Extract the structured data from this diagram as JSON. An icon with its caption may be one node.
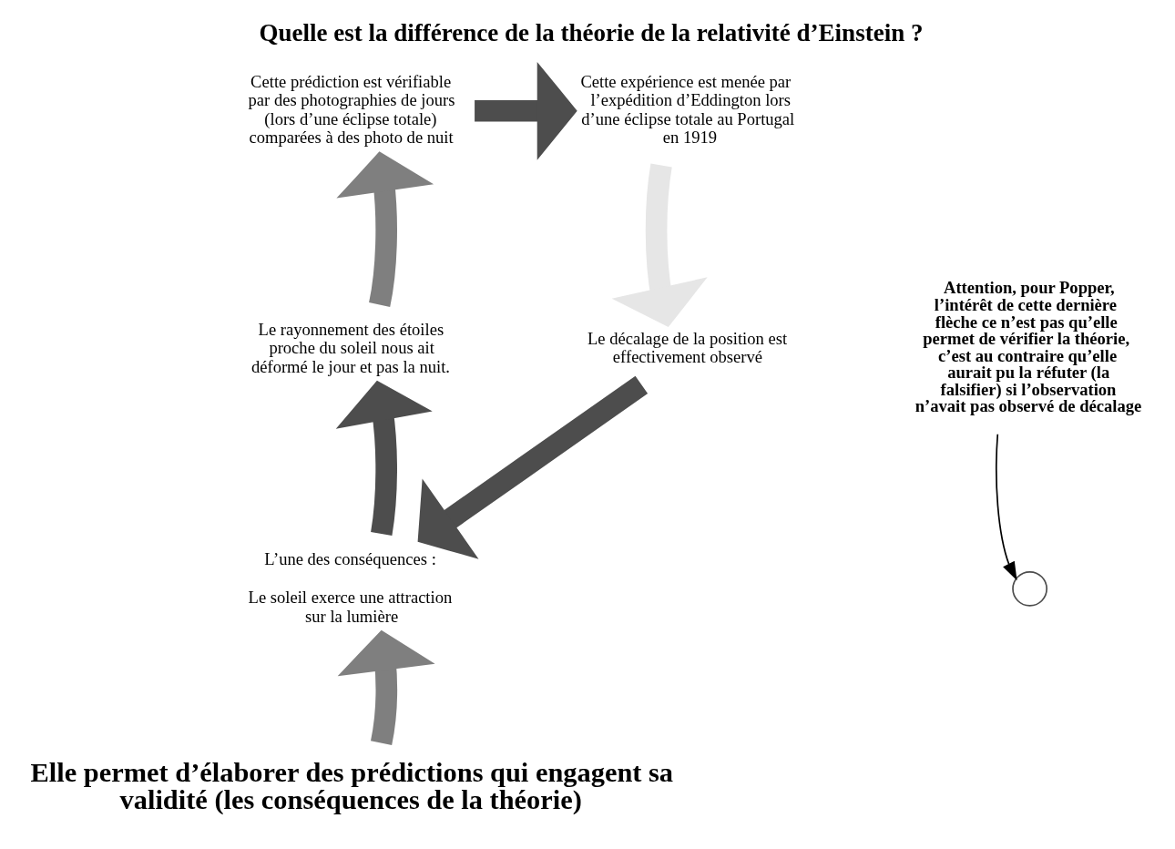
{
  "diagram": {
    "title": "Quelle est la différence de la théorie de la relativité d’Einstein ?",
    "nodes": [
      {
        "text": [
          "Elle permet d’élaborer des prédictions qui engagent sa validité (les conséquences de la théorie)"
        ]
      },
      {
        "text": [
          "L’une des conséquences :",
          "Le soleil exerce une attraction sur la lumière"
        ]
      },
      {
        "text": [
          "Le rayonnement des étoiles proche du soleil nous ait déformé le jour et pas la nuit."
        ]
      },
      {
        "text": [
          "Cette prédiction est vérifiable par des photographies de jours (lors d’une éclipse totale) comparées à des photo de nuit"
        ]
      },
      {
        "text": [
          "Cette expérience est menée par l’expédition d’Eddington lors d’une éclipse totale au Portugal en 1919"
        ]
      },
      {
        "text": [
          "Le décalage de la position est effectivement observé"
        ]
      },
      {
        "text": [
          "Attention, pour Popper, l’intérêt de cette dernière flèche ce n’est pas qu’elle permet de vérifier la théorie, c’est au contraire qu’elle aurait pu la réfuter (la falsifier) si l’observation n’avait pas observé de décalage"
        ]
      },
      {
        "text": [],
        "shape": "circle"
      }
    ],
    "edges": [
      {
        "from": 0,
        "to": 1,
        "arrow": "to",
        "color": "#7f7f7f"
      },
      {
        "from": 1,
        "to": 2,
        "arrow": "to"
      },
      {
        "from": 2,
        "to": 3,
        "arrow": "to",
        "color": "#7f7f7f"
      },
      {
        "from": 3,
        "to": 4,
        "arrow": "to"
      },
      {
        "from": 4,
        "to": 5,
        "arrow": "to",
        "color": "#e6e6e6"
      },
      {
        "from": 5,
        "to": 1,
        "arrow": "to"
      },
      {
        "from": 6,
        "to": 7,
        "arrow": "to",
        "color": "#000000"
      }
    ]
  }
}
